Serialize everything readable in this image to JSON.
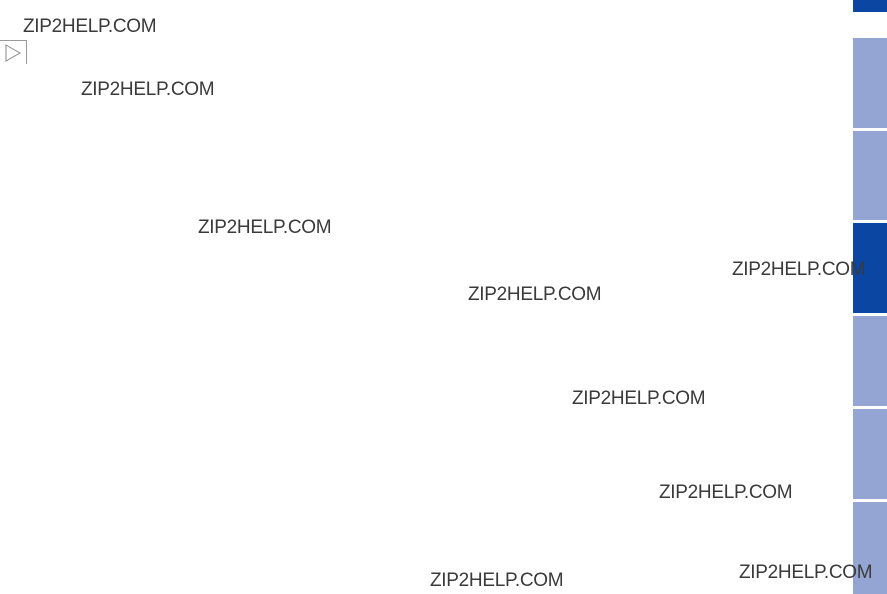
{
  "watermarks": [
    "ZIP2HELP.COM",
    "ZIP2HELP.COM",
    "ZIP2HELP.COM",
    "ZIP2HELP.COM",
    "ZIP2HELP.COM",
    "ZIP2HELP.COM",
    "ZIP2HELP.COM",
    "ZIP2HELP.COM",
    "ZIP2HELP.COM"
  ],
  "play_button": {
    "icon": "play-outline-icon"
  },
  "side_tabs": {
    "active_index": 3,
    "count": 7,
    "colors": {
      "inactive": "#95a5d3",
      "active": "#0b46a3"
    }
  }
}
